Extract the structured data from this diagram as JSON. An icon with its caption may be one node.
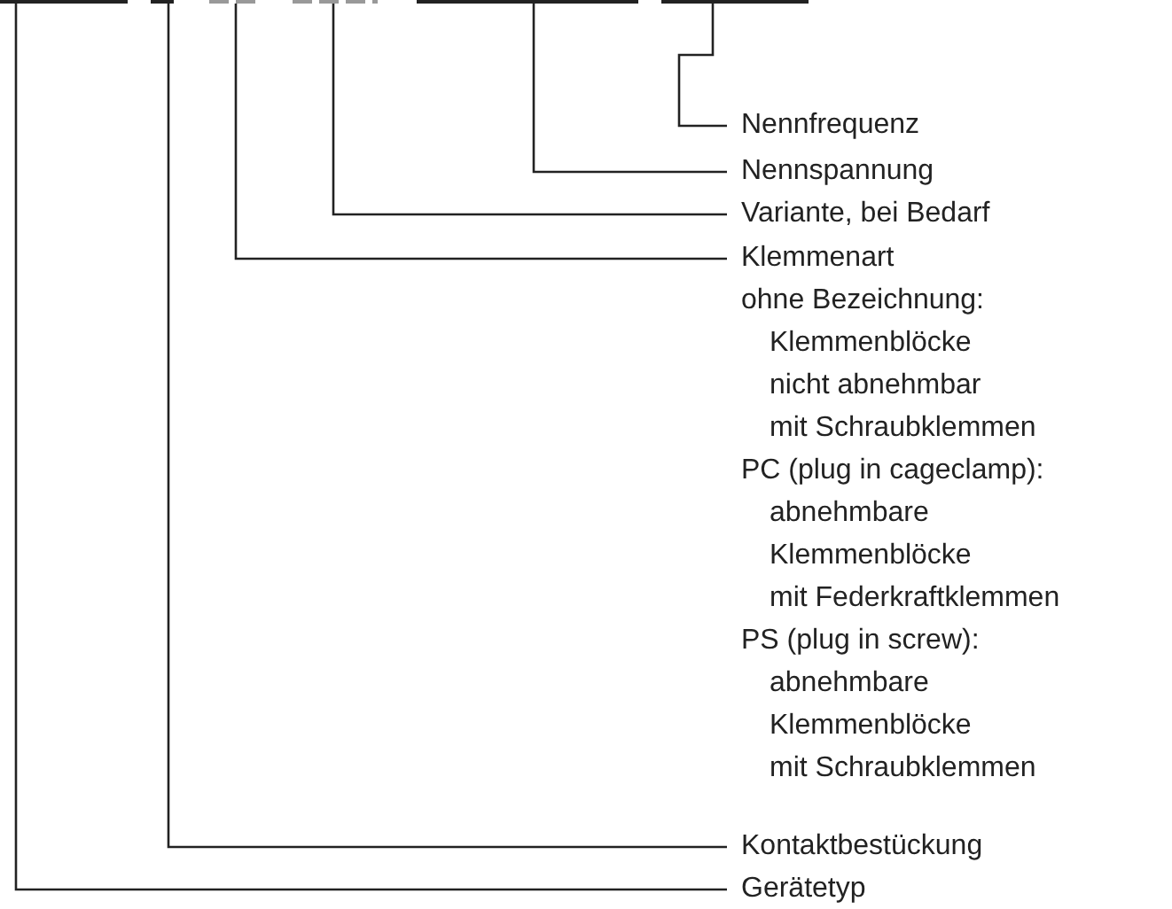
{
  "diagram": {
    "nodes": [
      {
        "text": [],
        "shape": "bar"
      },
      {
        "text": [],
        "shape": "bar"
      },
      {
        "text": [],
        "shape": "bar"
      },
      {
        "text": [],
        "shape": "bar"
      },
      {
        "text": [],
        "shape": "bar"
      },
      {
        "text": [],
        "shape": "bar"
      },
      {
        "text": [
          "Nennfrequenz"
        ]
      },
      {
        "text": [
          "Nennspannung"
        ]
      },
      {
        "text": [
          "Variante, bei Bedarf"
        ]
      },
      {
        "text": [
          "Klemmenart"
        ]
      },
      {
        "text": [
          "Kontaktbestückung"
        ]
      },
      {
        "text": [
          "Gerätetyp"
        ]
      }
    ],
    "edges": [
      {
        "from": 6,
        "to": 5,
        "arrow": "none"
      },
      {
        "from": 7,
        "to": 4,
        "arrow": "none"
      },
      {
        "from": 8,
        "to": 3,
        "arrow": "none"
      },
      {
        "from": 9,
        "to": 2,
        "arrow": "none"
      },
      {
        "from": 10,
        "to": 1,
        "arrow": "none"
      },
      {
        "from": 11,
        "to": 0,
        "arrow": "none"
      }
    ],
    "labels": [
      "ohne Bezeichnung:",
      "Klemmenblöcke",
      "nicht abnehmbar",
      "mit Schraubklemmen",
      "PC (plug in cageclamp):",
      "abnehmbare",
      "Klemmenblöcke",
      "mit Federkraftklemmen",
      "PS (plug in screw):",
      "abnehmbare",
      "Klemmenblöcke",
      "mit Schraubklemmen"
    ]
  }
}
